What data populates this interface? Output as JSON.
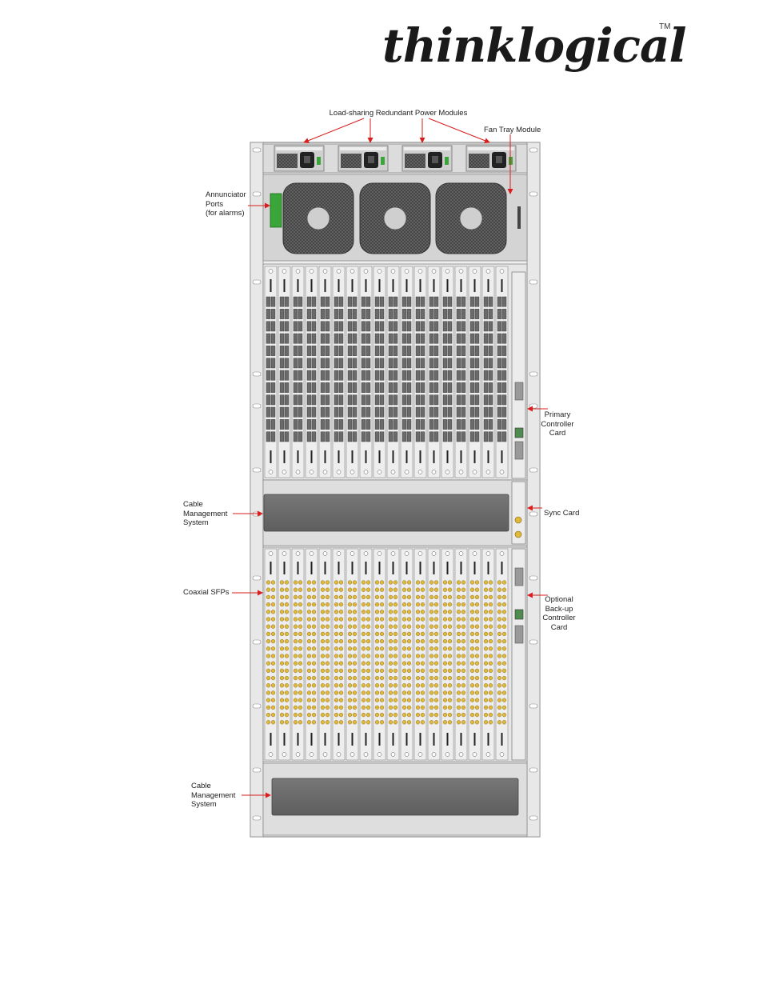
{
  "logo": {
    "text": "thinklogical",
    "trademark": "TM"
  },
  "callouts": {
    "power_modules": "Load-sharing Redundant Power Modules",
    "fan_tray": "Fan Tray Module",
    "annunciator": "Annunciator\nPorts\n(for alarms)",
    "primary_controller": "Primary\nController\nCard",
    "cable_mgmt_1": "Cable\nManagement\nSystem",
    "sync_card": "Sync Card",
    "coaxial_sfps": "Coaxial SFPs",
    "backup_controller": "Optional\nBack-up\nController\nCard",
    "cable_mgmt_2": "Cable\nManagement\nSystem"
  },
  "colors": {
    "arrow": "#d81e1e",
    "rack": "#e4e4e4",
    "fan_grille": "#5a5a5a",
    "cable_tray": "#6b6b6b",
    "coax_connector": "#e0b93a",
    "annunciator": "#3aa63a"
  }
}
